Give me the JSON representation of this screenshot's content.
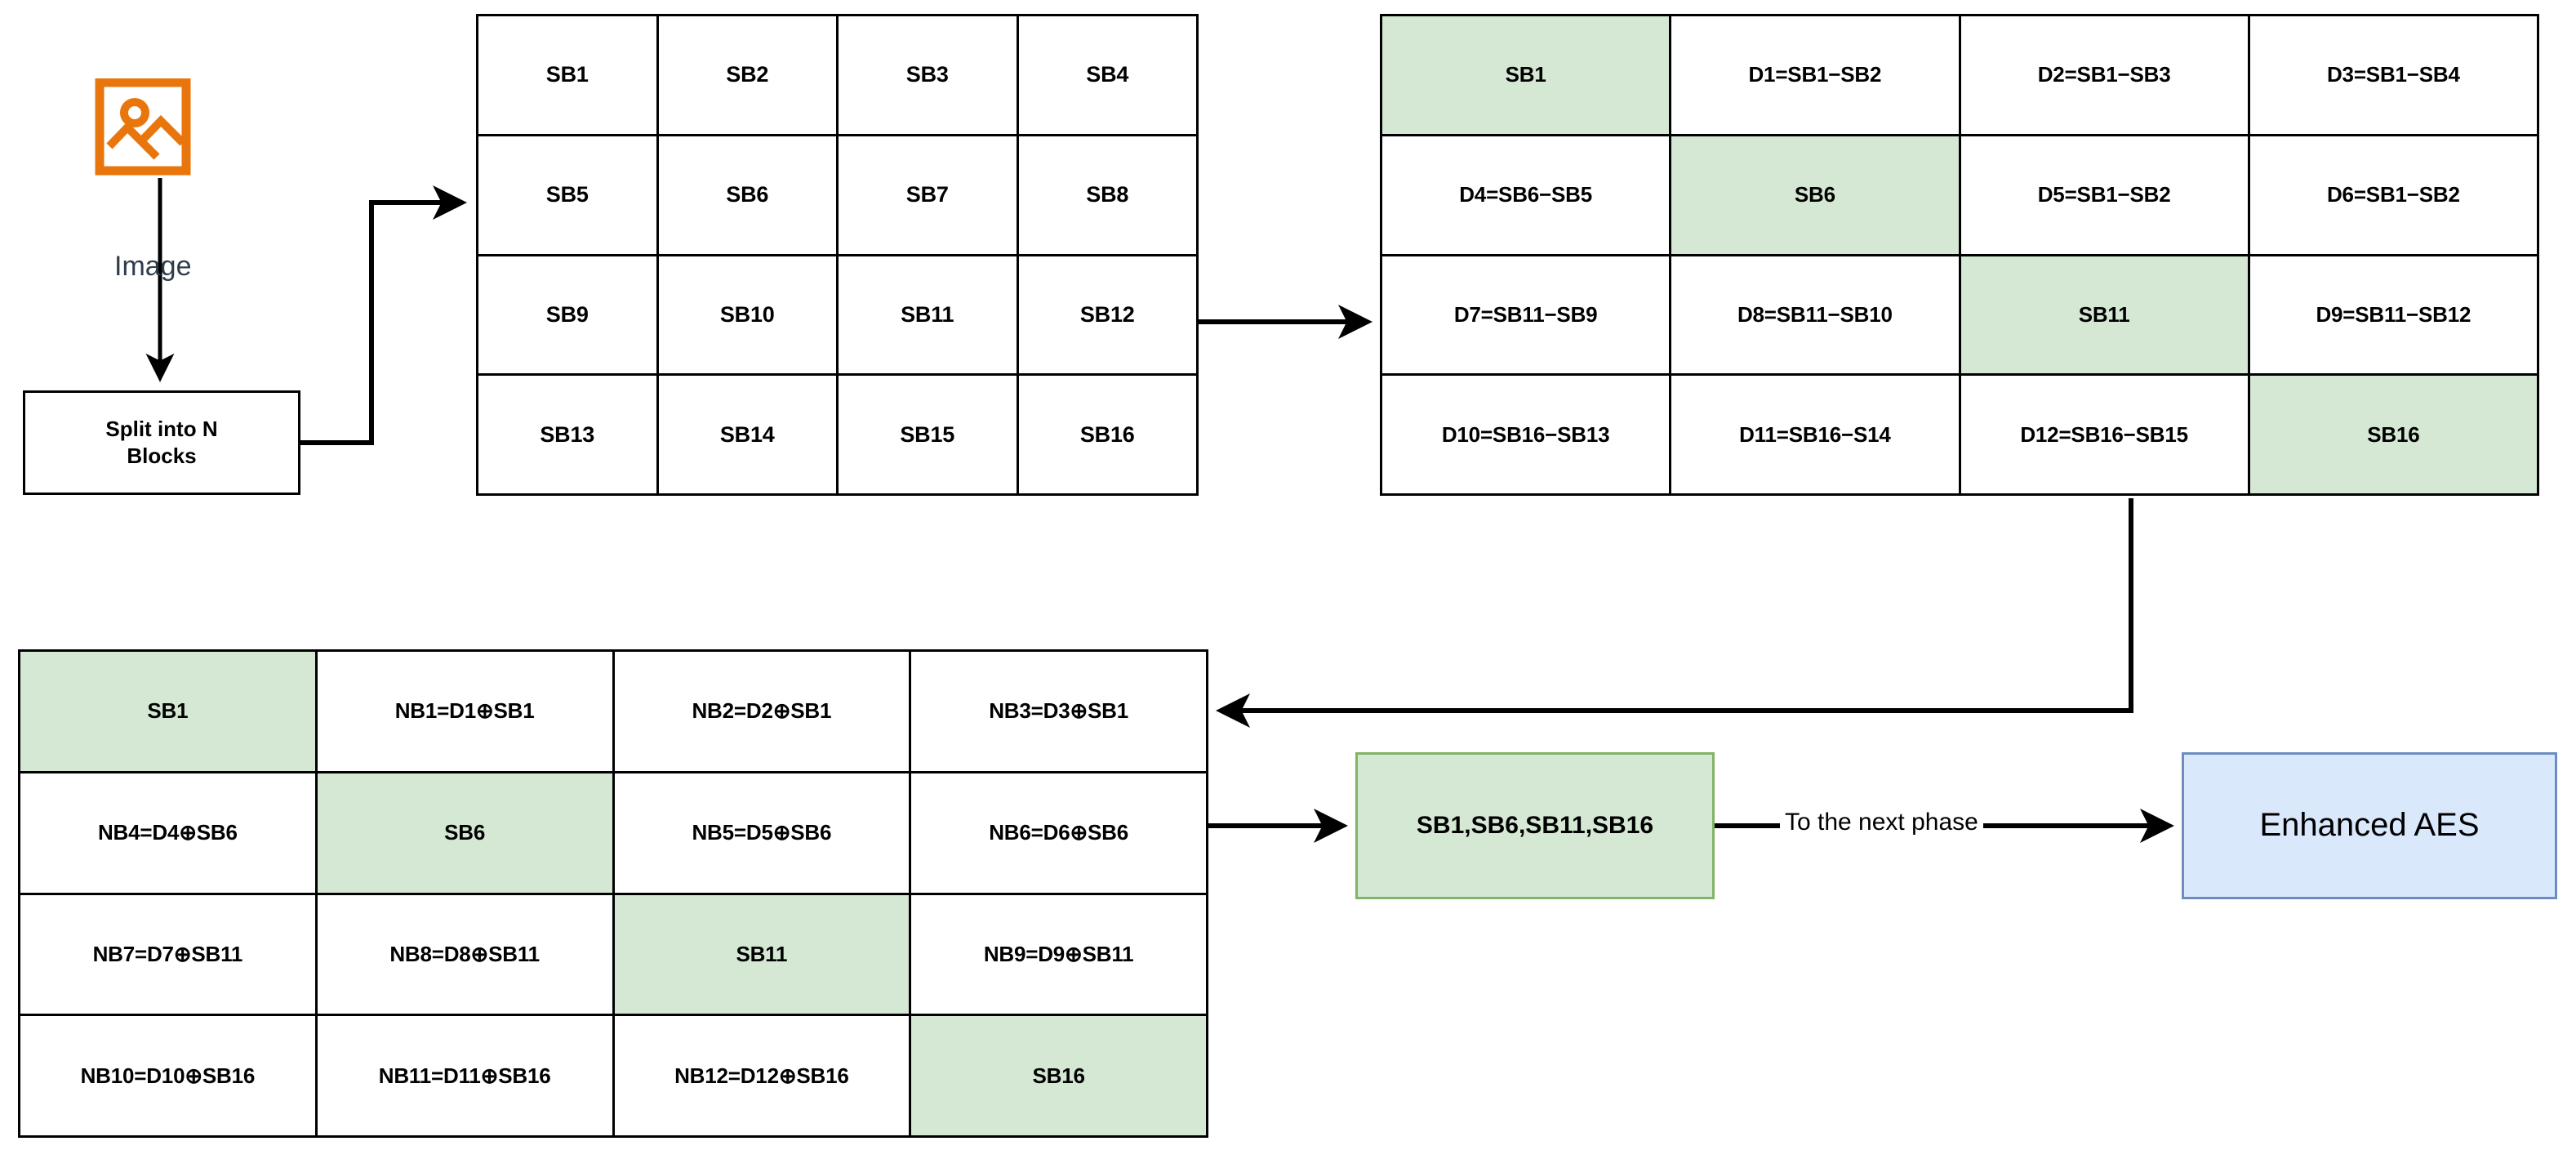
{
  "diagram": {
    "title": "Image block splitting and difference/XOR pre-processing for Enhanced AES",
    "colors": {
      "highlight_green_fill": "#d5e8d4",
      "green_box_border": "#82b366",
      "blue_box_fill": "#dae8fc",
      "blue_box_border": "#6c8ebf",
      "image_icon": "#e8760c",
      "line": "#000000",
      "image_label_text": "#2f3c4c"
    }
  },
  "source": {
    "icon_name": "image-icon",
    "label": "Image"
  },
  "split_box": {
    "line1": "Split into N",
    "line2": "Blocks"
  },
  "grid_blocks": {
    "name": "sub-blocks-grid",
    "rows": [
      [
        {
          "text": "SB1",
          "highlight": false
        },
        {
          "text": "SB2",
          "highlight": false
        },
        {
          "text": "SB3",
          "highlight": false
        },
        {
          "text": "SB4",
          "highlight": false
        }
      ],
      [
        {
          "text": "SB5",
          "highlight": false
        },
        {
          "text": "SB6",
          "highlight": false
        },
        {
          "text": "SB7",
          "highlight": false
        },
        {
          "text": "SB8",
          "highlight": false
        }
      ],
      [
        {
          "text": "SB9",
          "highlight": false
        },
        {
          "text": "SB10",
          "highlight": false
        },
        {
          "text": "SB11",
          "highlight": false
        },
        {
          "text": "SB12",
          "highlight": false
        }
      ],
      [
        {
          "text": "SB13",
          "highlight": false
        },
        {
          "text": "SB14",
          "highlight": false
        },
        {
          "text": "SB15",
          "highlight": false
        },
        {
          "text": "SB16",
          "highlight": false
        }
      ]
    ]
  },
  "grid_diff": {
    "name": "difference-grid",
    "rows": [
      [
        {
          "text": "SB1",
          "highlight": true
        },
        {
          "text": "D1=SB1−SB2",
          "highlight": false
        },
        {
          "text": "D2=SB1−SB3",
          "highlight": false
        },
        {
          "text": "D3=SB1−SB4",
          "highlight": false
        }
      ],
      [
        {
          "text": "D4=SB6−SB5",
          "highlight": false
        },
        {
          "text": "SB6",
          "highlight": true
        },
        {
          "text": "D5=SB1−SB2",
          "highlight": false
        },
        {
          "text": "D6=SB1−SB2",
          "highlight": false
        }
      ],
      [
        {
          "text": "D7=SB11−SB9",
          "highlight": false
        },
        {
          "text": "D8=SB11−SB10",
          "highlight": false
        },
        {
          "text": "SB11",
          "highlight": true
        },
        {
          "text": "D9=SB11−SB12",
          "highlight": false
        }
      ],
      [
        {
          "text": "D10=SB16−SB13",
          "highlight": false
        },
        {
          "text": "D11=SB16−S14",
          "highlight": false
        },
        {
          "text": "D12=SB16−SB15",
          "highlight": false
        },
        {
          "text": "SB16",
          "highlight": true
        }
      ]
    ]
  },
  "grid_newblocks": {
    "name": "new-blocks-grid",
    "rows": [
      [
        {
          "text": "SB1",
          "highlight": true
        },
        {
          "text": "NB1=D1⊕SB1",
          "highlight": false
        },
        {
          "text": "NB2=D2⊕SB1",
          "highlight": false
        },
        {
          "text": "NB3=D3⊕SB1",
          "highlight": false
        }
      ],
      [
        {
          "text": "NB4=D4⊕SB6",
          "highlight": false
        },
        {
          "text": "SB6",
          "highlight": true
        },
        {
          "text": "NB5=D5⊕SB6",
          "highlight": false
        },
        {
          "text": "NB6=D6⊕SB6",
          "highlight": false
        }
      ],
      [
        {
          "text": "NB7=D7⊕SB11",
          "highlight": false
        },
        {
          "text": "NB8=D8⊕SB11",
          "highlight": false
        },
        {
          "text": "SB11",
          "highlight": true
        },
        {
          "text": "NB9=D9⊕SB11",
          "highlight": false
        }
      ],
      [
        {
          "text": "NB10=D10⊕SB16",
          "highlight": false
        },
        {
          "text": "NB11=D11⊕SB16",
          "highlight": false
        },
        {
          "text": "NB12=D12⊕SB16",
          "highlight": false
        },
        {
          "text": "SB16",
          "highlight": true
        }
      ]
    ]
  },
  "collect_box": {
    "label": "SB1,SB6,SB11,SB16"
  },
  "next_phase": {
    "label": "To the next phase"
  },
  "aes_box": {
    "label": "Enhanced AES"
  }
}
